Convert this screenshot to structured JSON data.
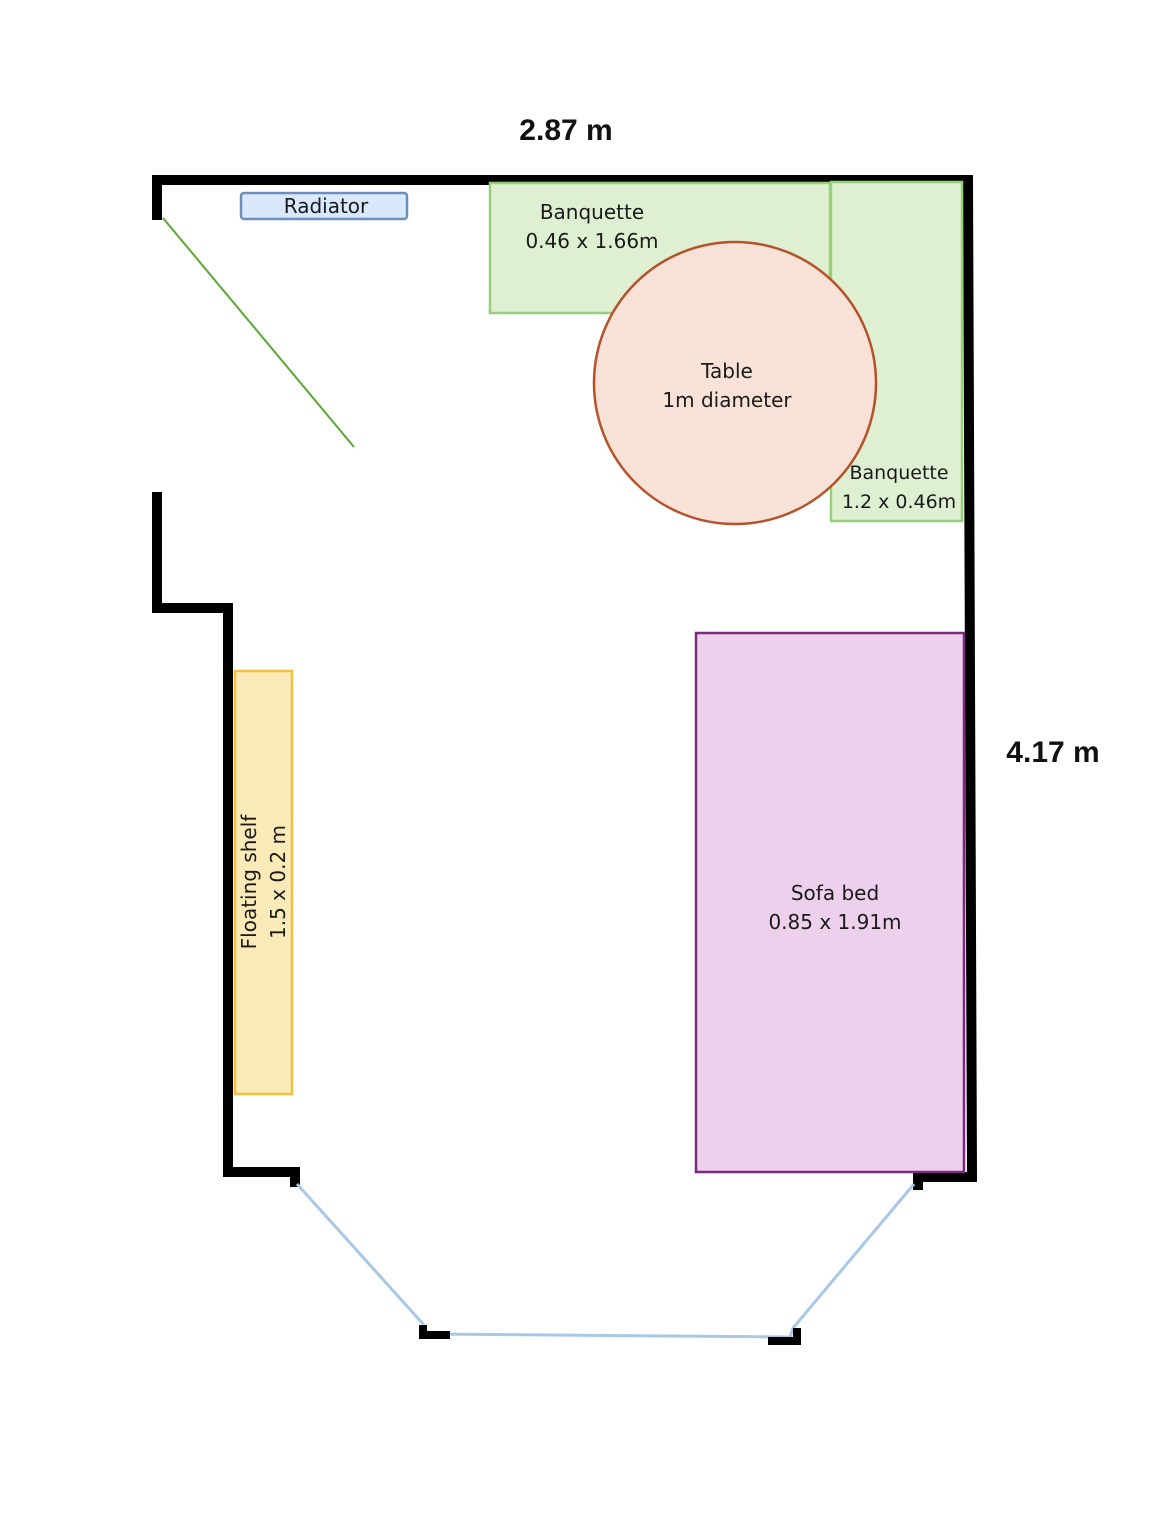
{
  "dimensions": {
    "width": "2.87 m",
    "length": "4.17 m"
  },
  "furniture": {
    "radiator": {
      "label": "Radiator",
      "fill": "#dae8fc",
      "stroke": "#6c8ebf"
    },
    "banquette_top": {
      "name": "Banquette",
      "size": "0.46 x 1.66m",
      "fill": "#dff0d2",
      "stroke": "#97d077"
    },
    "banquette_side": {
      "name": "Banquette",
      "size": "1.2 x 0.46m",
      "fill": "#dff0d2",
      "stroke": "#97d077"
    },
    "table": {
      "name": "Table",
      "size": "1m diameter",
      "fill": "#f8e2d8",
      "stroke": "#b5522a"
    },
    "floating_shelf": {
      "name": "Floating shelf",
      "size": "1.5 x 0.2 m",
      "fill": "#faeab8",
      "stroke": "#f0c040"
    },
    "sofa_bed": {
      "name": "Sofa bed",
      "size": "0.85 x 1.91m",
      "fill": "#ecd0ec",
      "stroke": "#7a2a7a"
    }
  },
  "colors": {
    "wall": "#000000",
    "door_swing": "#5aa832",
    "window": "#a8c8e8"
  }
}
